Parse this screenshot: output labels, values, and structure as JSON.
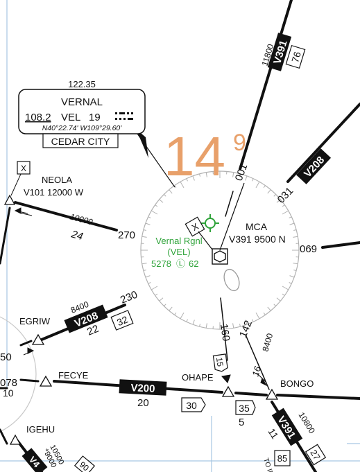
{
  "vor": {
    "freq_above": "122.35",
    "name": "VERNAL",
    "freq": "108.2",
    "ident": "VEL",
    "channel": "19",
    "coords": "N40°22.74' W109°29.60'",
    "fss": "CEDAR CITY"
  },
  "mag_var": {
    "value": "14",
    "unit": "9"
  },
  "airport": {
    "name": "Vernal Rgnl",
    "code": "(VEL)",
    "elevation": "5278",
    "runway": "62"
  },
  "mca": {
    "title": "MCA",
    "detail": "V391 9500 N"
  },
  "fixes": {
    "neola": {
      "name": "NEOLA",
      "note": "V101 12000 W"
    },
    "egriw": "EGRIW",
    "fecye": "FECYE",
    "ohape": "OHAPE",
    "bongo": "BONGO",
    "igehu": "IGEHU"
  },
  "radials": {
    "r001": "001°",
    "r031": "031",
    "r069": "069",
    "r142": "142",
    "r160": "160",
    "r230": "230",
    "r270": "270",
    "r078": "078",
    "r50": "50"
  },
  "airways": {
    "v391": "V391",
    "v208": "V208",
    "v200": "V200",
    "v4": "V4"
  },
  "altitudes": {
    "a11800": "11800",
    "a10000": "10000",
    "a8400w": "8400",
    "a8400s": "8400",
    "a10800": "10800",
    "a10500": "10500",
    "a9000": "*9000"
  },
  "mileages": {
    "m76": "76",
    "m24": "24",
    "m32": "32",
    "m22": "22",
    "m30": "30",
    "m20": "20",
    "m10": "10",
    "m15": "15",
    "m16": "16",
    "m35": "35",
    "m5": "5",
    "m11": "11",
    "m85": "85",
    "m27": "27",
    "m90": "90"
  },
  "other": {
    "x_mark": "X",
    "to_label": "TO IN"
  },
  "colors": {
    "ink": "#111111",
    "magvar": "#e8a06a",
    "airport": "#2fa33a",
    "rose": "#b0b0b0",
    "grid": "#a7c6e3"
  }
}
